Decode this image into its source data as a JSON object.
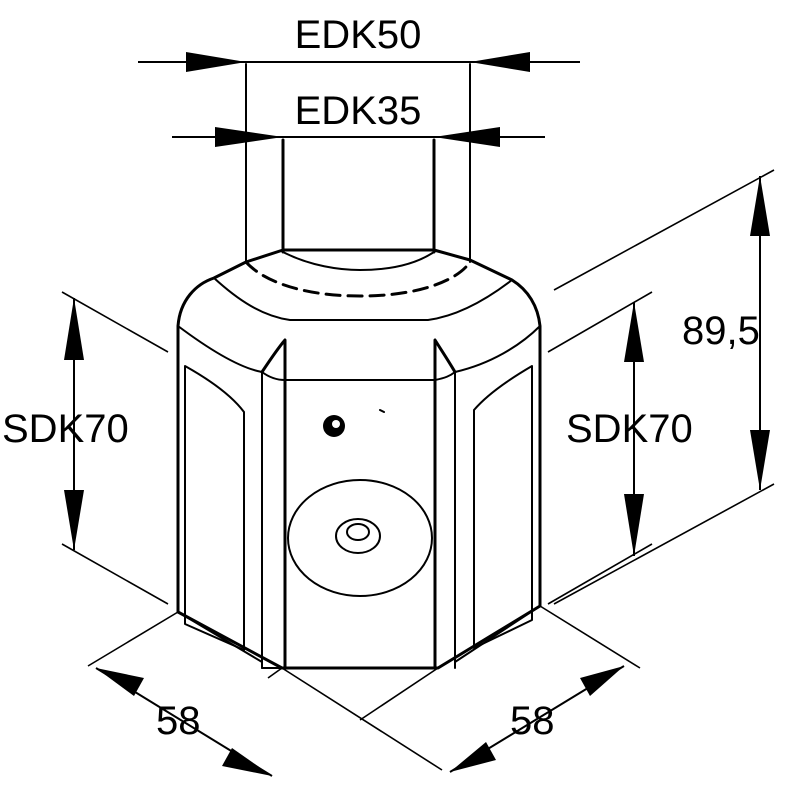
{
  "drawing": {
    "labels": {
      "top_outer": "EDK50",
      "top_inner": "EDK35",
      "left_height": "SDK70",
      "right_height": "SDK70",
      "overall_height": "89,5",
      "left_width": "58",
      "right_width": "58"
    },
    "colors": {
      "ink": "#000000",
      "background": "#ffffff"
    }
  }
}
